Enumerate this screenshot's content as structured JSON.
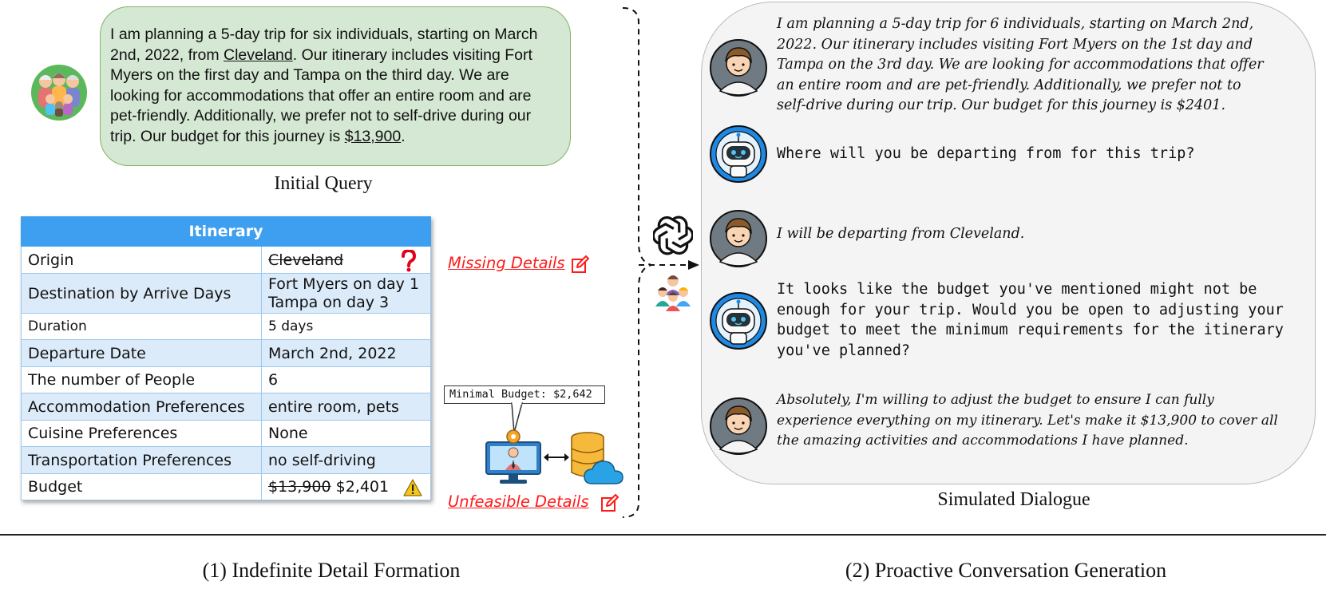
{
  "initial_query": {
    "parts": [
      "I am planning a 5-day trip for six individuals, starting on March 2nd, 2022, from ",
      "Cleveland",
      ". Our itinerary includes visiting Fort Myers on the first day and Tampa on the third day. We are looking for accommodations that offer an entire room and are pet-friendly. Additionally, we prefer not to self-drive during our trip. Our budget for this journey is ",
      "$13,900",
      "."
    ],
    "caption": "Initial Query"
  },
  "itinerary": {
    "header": "Itinerary",
    "rows": [
      {
        "label": "Origin",
        "value": "Cleveland"
      },
      {
        "label": "Destination by Arrive Days",
        "value_lines": [
          "Fort Myers on day 1",
          "Tampa on day 3"
        ]
      },
      {
        "label": "Duration",
        "value": "5 days"
      },
      {
        "label": "Departure Date",
        "value": "March 2nd, 2022"
      },
      {
        "label": "The number of People",
        "value": "6"
      },
      {
        "label": "Accommodation Preferences",
        "value": "entire room, pets"
      },
      {
        "label": "Cuisine Preferences",
        "value": "None"
      },
      {
        "label": "Transportation Preferences",
        "value": "no self-driving"
      },
      {
        "label": "Budget",
        "old_value": "$13,900",
        "value": "$2,401"
      }
    ]
  },
  "labels": {
    "missing": "Missing Details",
    "unfeasible": "Unfeasible Details",
    "minimal_budget": "Minimal Budget: $2,642"
  },
  "dialogue": {
    "caption": "Simulated Dialogue",
    "turns": [
      {
        "speaker": "user",
        "lines": [
          "I am planning a 5-day trip for 6 individuals, starting on March 2nd,",
          "2022. Our itinerary includes visiting Fort Myers on the 1st day and",
          "Tampa on the 3rd day. We are looking for accommodations that offer",
          "an entire room and are pet-friendly. Additionally, we prefer not to",
          "self-drive during our trip. Our budget for this journey is $2401."
        ]
      },
      {
        "speaker": "bot",
        "lines": [
          "Where will you be departing from for this trip?"
        ]
      },
      {
        "speaker": "user",
        "lines": [
          "I will be departing from Cleveland."
        ]
      },
      {
        "speaker": "bot",
        "lines": [
          "It looks like the budget you've mentioned might not be",
          "enough for your trip. Would you be open to adjusting your",
          "budget to meet the minimum requirements for the itinerary",
          "you've planned?"
        ]
      },
      {
        "speaker": "user",
        "lines": [
          "Absolutely, I'm willing to adjust the budget to ensure I can fully",
          "experience everything on my itinerary. Let's make it $13,900 to cover all",
          "the amazing activities and accommodations I have planned."
        ]
      }
    ]
  },
  "captions": {
    "left": "(1) Indefinite Detail Formation",
    "right": "(2) Proactive Conversation Generation"
  },
  "colors": {
    "query_bg": "#d5e8d4",
    "table_header": "#3e9ff0",
    "row_tint": "#dcebf9",
    "highlight_red": "#ff1a1a"
  }
}
